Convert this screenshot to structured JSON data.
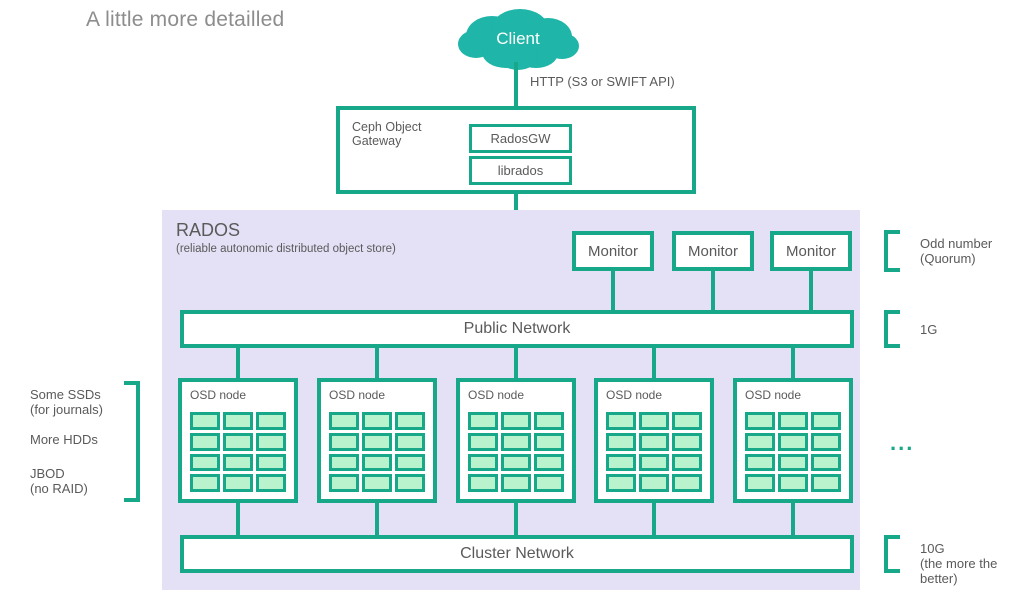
{
  "title": "A little more detailled",
  "colors": {
    "teal": "#16a888",
    "cloud_fill": "#1fb5a8",
    "rados_bg": "#e4e0f5",
    "disk_fill": "#b9f3cd",
    "text": "#5a5a5a",
    "title_text": "#8d8d8d",
    "page_bg": "#ffffff"
  },
  "client": {
    "label": "Client",
    "icon": "cloud-icon",
    "protocol_label": "HTTP (S3 or SWIFT API)"
  },
  "gateway": {
    "label_line1": "Ceph Object",
    "label_line2": "Gateway",
    "components": [
      {
        "label": "RadosGW"
      },
      {
        "label": "librados"
      }
    ]
  },
  "rados": {
    "title": "RADOS",
    "subtitle": "(reliable autonomic distributed object store)",
    "monitors": [
      {
        "label": "Monitor"
      },
      {
        "label": "Monitor"
      },
      {
        "label": "Monitor"
      }
    ],
    "public_network": {
      "label": "Public Network"
    },
    "cluster_network": {
      "label": "Cluster Network"
    },
    "osd_nodes": [
      {
        "label": "OSD node",
        "disk_columns": 3,
        "disk_rows": 4
      },
      {
        "label": "OSD node",
        "disk_columns": 3,
        "disk_rows": 4
      },
      {
        "label": "OSD node",
        "disk_columns": 3,
        "disk_rows": 4
      },
      {
        "label": "OSD node",
        "disk_columns": 3,
        "disk_rows": 4
      },
      {
        "label": "OSD node",
        "disk_columns": 3,
        "disk_rows": 4
      }
    ],
    "osd_more_indicator": "..."
  },
  "annotations": {
    "left": {
      "storage": [
        {
          "line1": "Some SSDs",
          "line2": "(for journals)"
        },
        {
          "line1": "More HDDs",
          "line2": ""
        },
        {
          "line1": "JBOD",
          "line2": "(no RAID)"
        }
      ]
    },
    "right": {
      "quorum": {
        "line1": "Odd number",
        "line2": "(Quorum)"
      },
      "public_speed": {
        "line1": "1G",
        "line2": "",
        "line3": ""
      },
      "cluster_speed": {
        "line1": "10G",
        "line2": "(the more the",
        "line3": "better)"
      }
    }
  }
}
